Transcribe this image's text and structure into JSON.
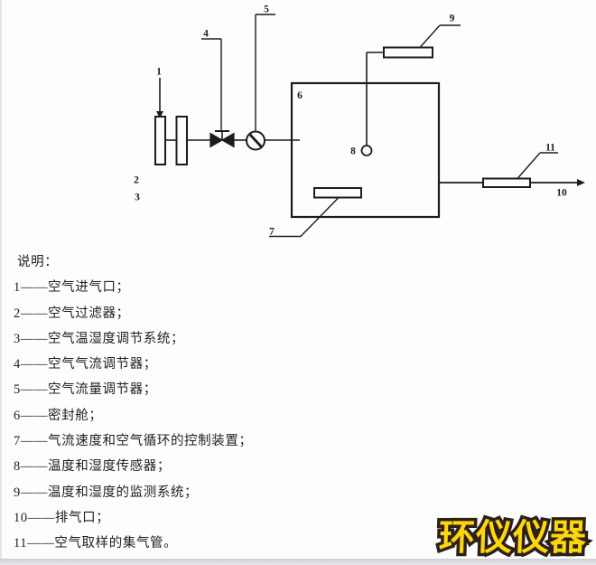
{
  "diagram": {
    "labels": {
      "n1": "1",
      "n2": "2",
      "n3": "3",
      "n4": "4",
      "n5": "5",
      "n6": "6",
      "n7": "7",
      "n8": "8",
      "n9": "9",
      "n10": "10",
      "n11": "11"
    }
  },
  "legend": {
    "title": "说明：",
    "items": [
      {
        "text": "1——空气进气口；"
      },
      {
        "text": "2——空气过滤器；"
      },
      {
        "text": "3——空气温湿度调节系统；"
      },
      {
        "text": "4——空气气流调节器；"
      },
      {
        "text": "5——空气流量调节器；"
      },
      {
        "text": "6——密封舱；"
      },
      {
        "text": "7——气流速度和空气循环的控制装置；"
      },
      {
        "text": "8——温度和湿度传感器；"
      },
      {
        "text": "9——温度和湿度的监测系统；"
      },
      {
        "text": "10——排气口；"
      },
      {
        "text": "11——空气取样的集气管。"
      }
    ]
  },
  "watermark": {
    "text": "环仪仪器",
    "fill": "#ffd60a",
    "outline": "#2b2118"
  },
  "colors": {
    "line": "#1c1c1c",
    "background": "#ffffff"
  }
}
